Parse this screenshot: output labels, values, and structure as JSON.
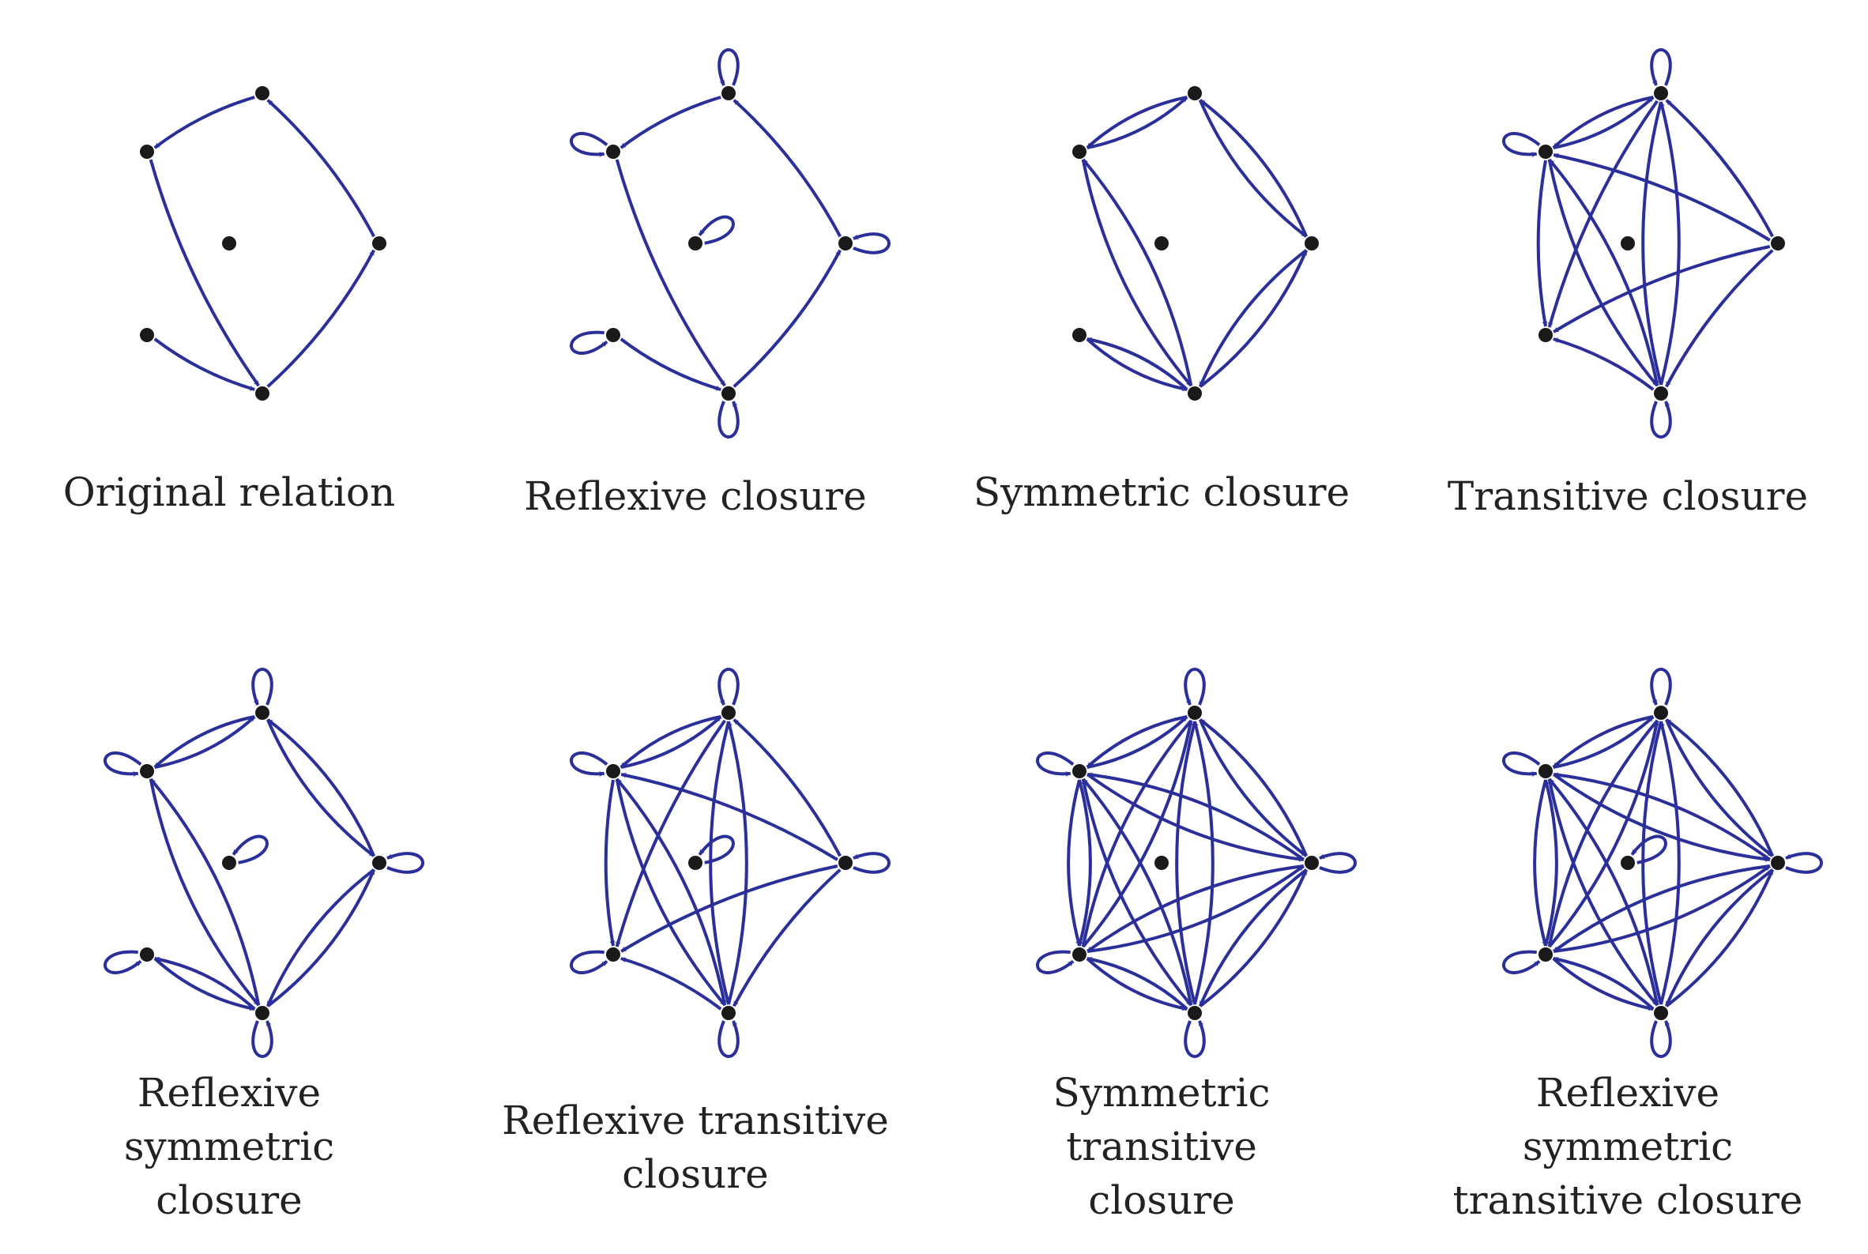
{
  "panels": [
    {
      "id": "original",
      "title_lines": [
        "Original relation"
      ],
      "nodes": [
        0,
        1,
        2,
        3,
        4
      ],
      "loops": [],
      "edges": [
        [
          0,
          1
        ],
        [
          1,
          3
        ],
        [
          2,
          3
        ],
        [
          3,
          4
        ],
        [
          4,
          0
        ]
      ],
      "dots": [
        5
      ]
    },
    {
      "id": "reflexive",
      "title_lines": [
        "Reflexive closure"
      ],
      "nodes": [
        0,
        1,
        2,
        3,
        4
      ],
      "loops": [
        0,
        1,
        2,
        3,
        4,
        5
      ],
      "edges": [
        [
          0,
          1
        ],
        [
          1,
          3
        ],
        [
          2,
          3
        ],
        [
          3,
          4
        ],
        [
          4,
          0
        ]
      ],
      "dots": [
        5
      ]
    },
    {
      "id": "symmetric",
      "title_lines": [
        "Symmetric closure"
      ],
      "nodes": [
        0,
        1,
        2,
        3,
        4
      ],
      "loops": [],
      "edges": [
        [
          0,
          1
        ],
        [
          1,
          0
        ],
        [
          1,
          3
        ],
        [
          3,
          1
        ],
        [
          2,
          3
        ],
        [
          3,
          2
        ],
        [
          3,
          4
        ],
        [
          4,
          3
        ],
        [
          4,
          0
        ],
        [
          0,
          4
        ]
      ],
      "dots": [
        5
      ]
    },
    {
      "id": "transitive",
      "title_lines": [
        "Transitive closure"
      ],
      "nodes": [
        0,
        1,
        2,
        3,
        4
      ],
      "loops": [
        0,
        1,
        3
      ],
      "edges": "transitive",
      "dots": [
        5
      ]
    },
    {
      "id": "refl-sym",
      "title_lines": [
        "Reflexive",
        "symmetric",
        "closure"
      ],
      "nodes": [
        0,
        1,
        2,
        3,
        4
      ],
      "loops": [
        0,
        1,
        2,
        3,
        4,
        5
      ],
      "edges": [
        [
          0,
          1
        ],
        [
          1,
          0
        ],
        [
          1,
          3
        ],
        [
          3,
          1
        ],
        [
          2,
          3
        ],
        [
          3,
          2
        ],
        [
          3,
          4
        ],
        [
          4,
          3
        ],
        [
          4,
          0
        ],
        [
          0,
          4
        ]
      ],
      "dots": [
        5
      ]
    },
    {
      "id": "refl-trans",
      "title_lines": [
        "Reflexive transitive",
        "closure"
      ],
      "nodes": [
        0,
        1,
        2,
        3,
        4
      ],
      "loops": [
        0,
        1,
        2,
        3,
        4,
        5
      ],
      "edges": "transitive",
      "dots": [
        5
      ]
    },
    {
      "id": "sym-trans",
      "title_lines": [
        "Symmetric",
        "transitive",
        "closure"
      ],
      "nodes": [
        0,
        1,
        2,
        3,
        4
      ],
      "loops": [
        0,
        1,
        2,
        3,
        4
      ],
      "edges": "complete",
      "dots": [
        5
      ]
    },
    {
      "id": "refl-sym-trans",
      "title_lines": [
        "Reflexive",
        "symmetric",
        "transitive closure"
      ],
      "nodes": [
        0,
        1,
        2,
        3,
        4
      ],
      "loops": [
        0,
        1,
        2,
        3,
        4,
        5
      ],
      "edges": "complete",
      "dots": [
        5
      ]
    }
  ],
  "colors": {
    "edge": "#2b2f9a",
    "node": "#1a1a1a",
    "text": "#222222"
  }
}
